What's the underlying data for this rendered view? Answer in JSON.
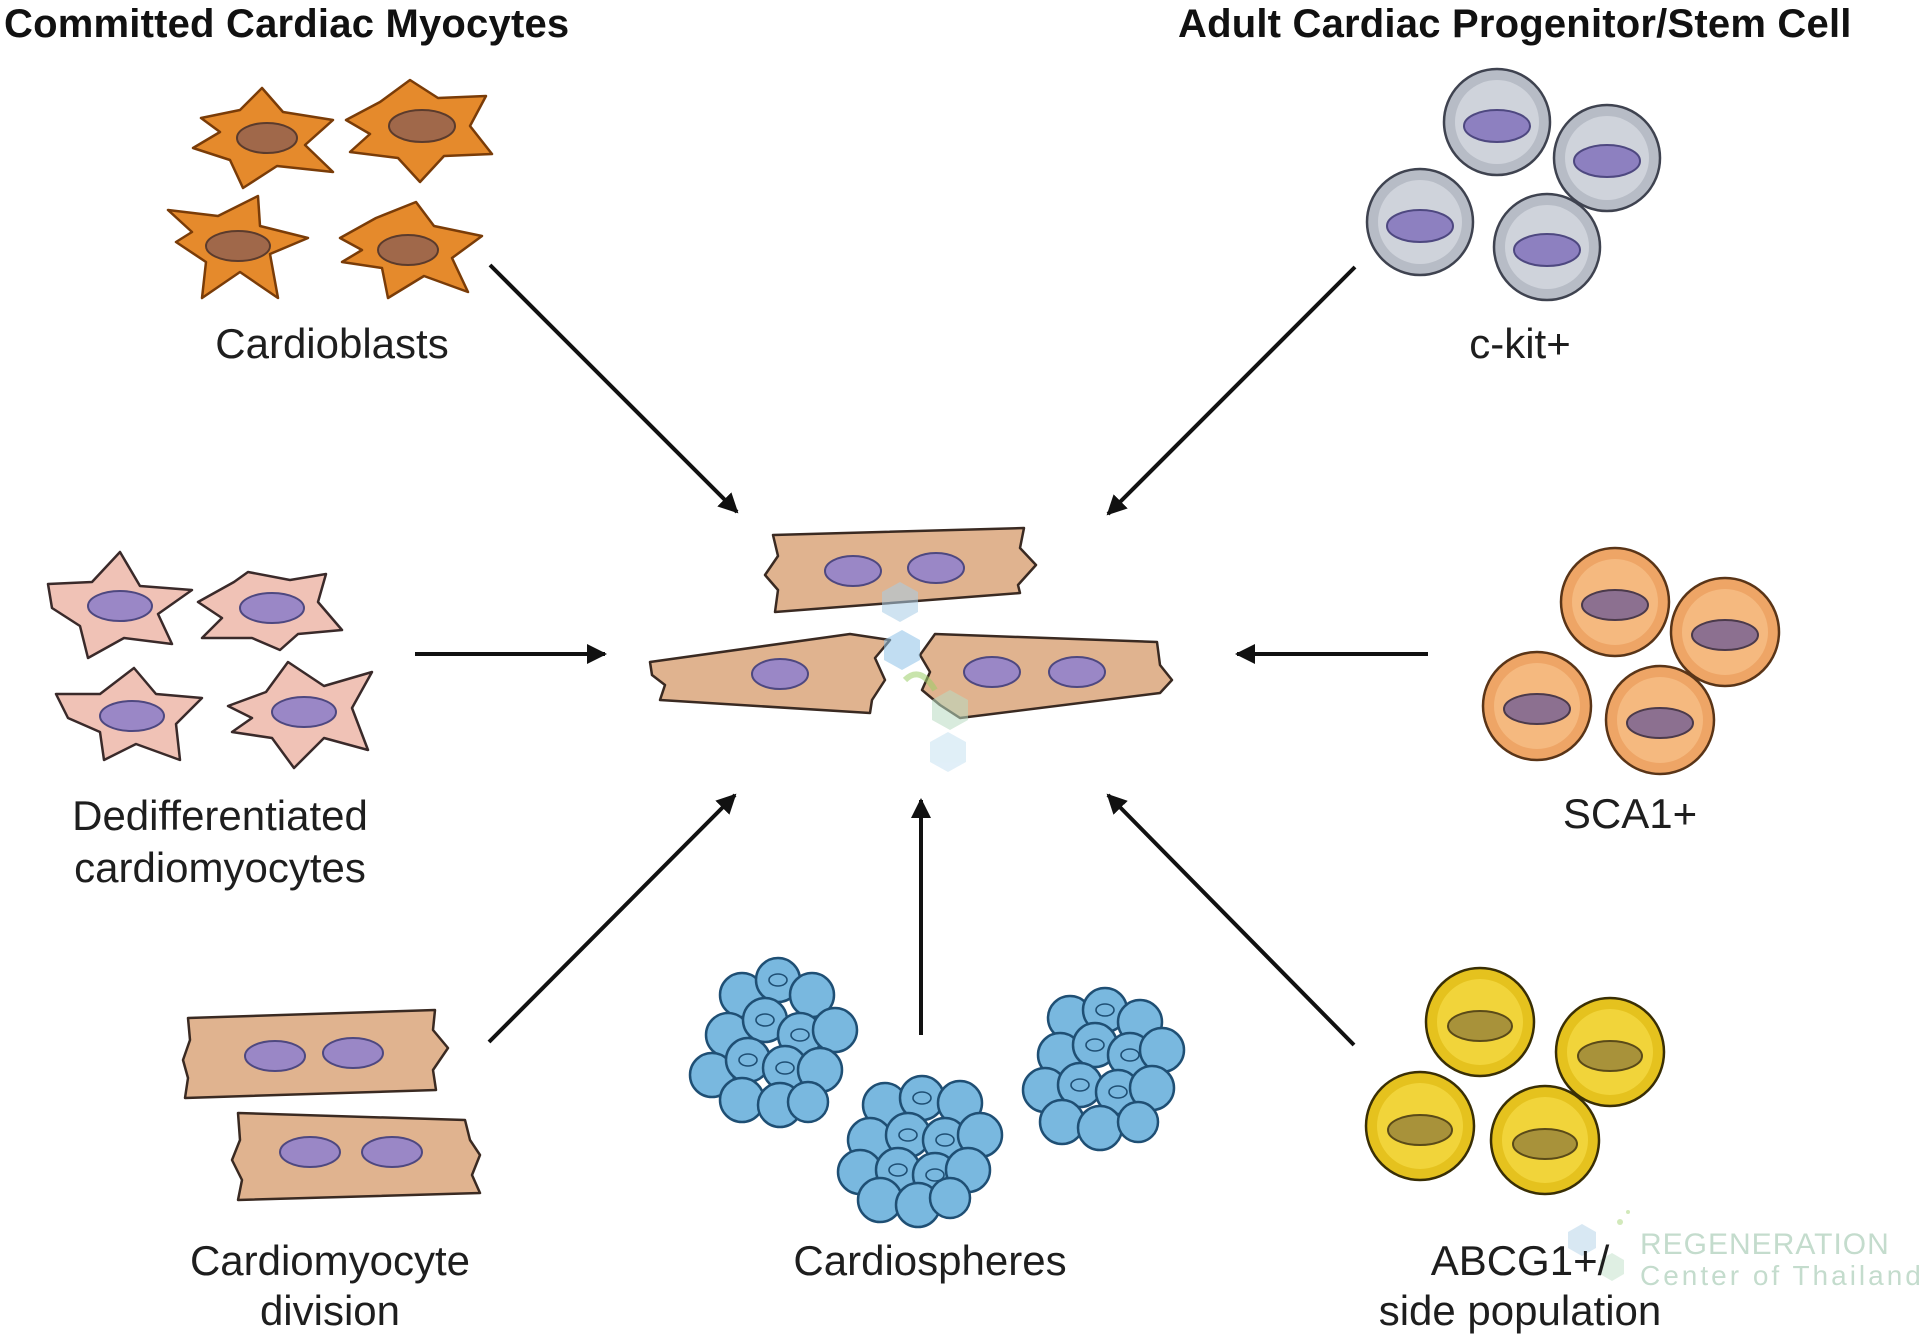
{
  "headings": {
    "left": "Committed Cardiac Myocytes",
    "right": "Adult Cardiac Progenitor/Stem Cell"
  },
  "sources": {
    "cardioblasts": "Cardioblasts",
    "ckit": "c-kit+",
    "dediff_line1": "Dedifferentiated",
    "dediff_line2": "cardiomyocytes",
    "sca1": "SCA1+",
    "division_line1": "Cardiomyocyte",
    "division_line2": "division",
    "cardiospheres": "Cardiospheres",
    "abcg_line1": "ABCG1+/",
    "abcg_line2": "side population"
  },
  "watermark": {
    "line1": "REGENERATION",
    "line2": "Center of Thailand"
  },
  "colors": {
    "cardioblast": "#e58a2c",
    "ckit": "#b7bcc6",
    "sca1": "#eea566",
    "abcg": "#e5c21e",
    "myocyte": "#e0b38f",
    "cardiosphere": "#79b8df",
    "nucleus": "#9a87c6",
    "arrow": "#111111"
  }
}
